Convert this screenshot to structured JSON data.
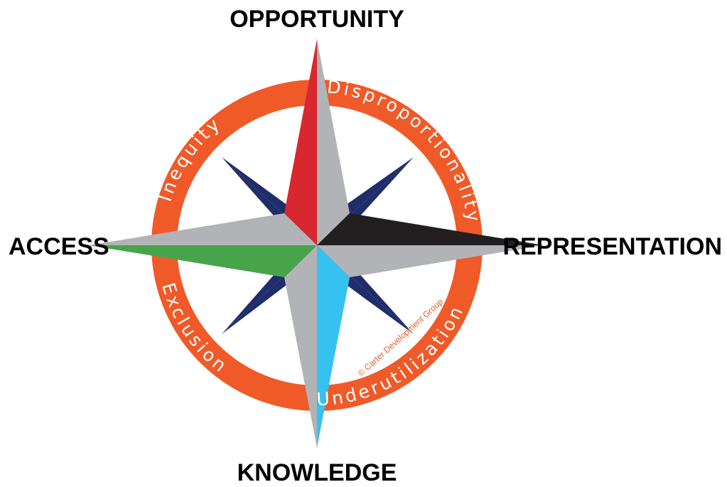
{
  "directions": {
    "north": "OPPORTUNITY",
    "east": "REPRESENTATION",
    "south": "KNOWLEDGE",
    "west": "ACCESS"
  },
  "ring_labels": {
    "upper_left": "Inequity",
    "upper_right": "Disproportionality",
    "lower_right": "Underutilization",
    "lower_left": "Exclusion"
  },
  "copyright": "© Carter Development Group",
  "colors": {
    "ring": "#f05a28",
    "diagonal_points": "#1f2d6b",
    "main_points": "#b2b3b6",
    "north_accent": "#d7282f",
    "east_accent": "#231f20",
    "south_accent": "#35c2f0",
    "west_accent": "#48a44b",
    "label_text": "#000000",
    "ring_text": "#ffffff"
  }
}
